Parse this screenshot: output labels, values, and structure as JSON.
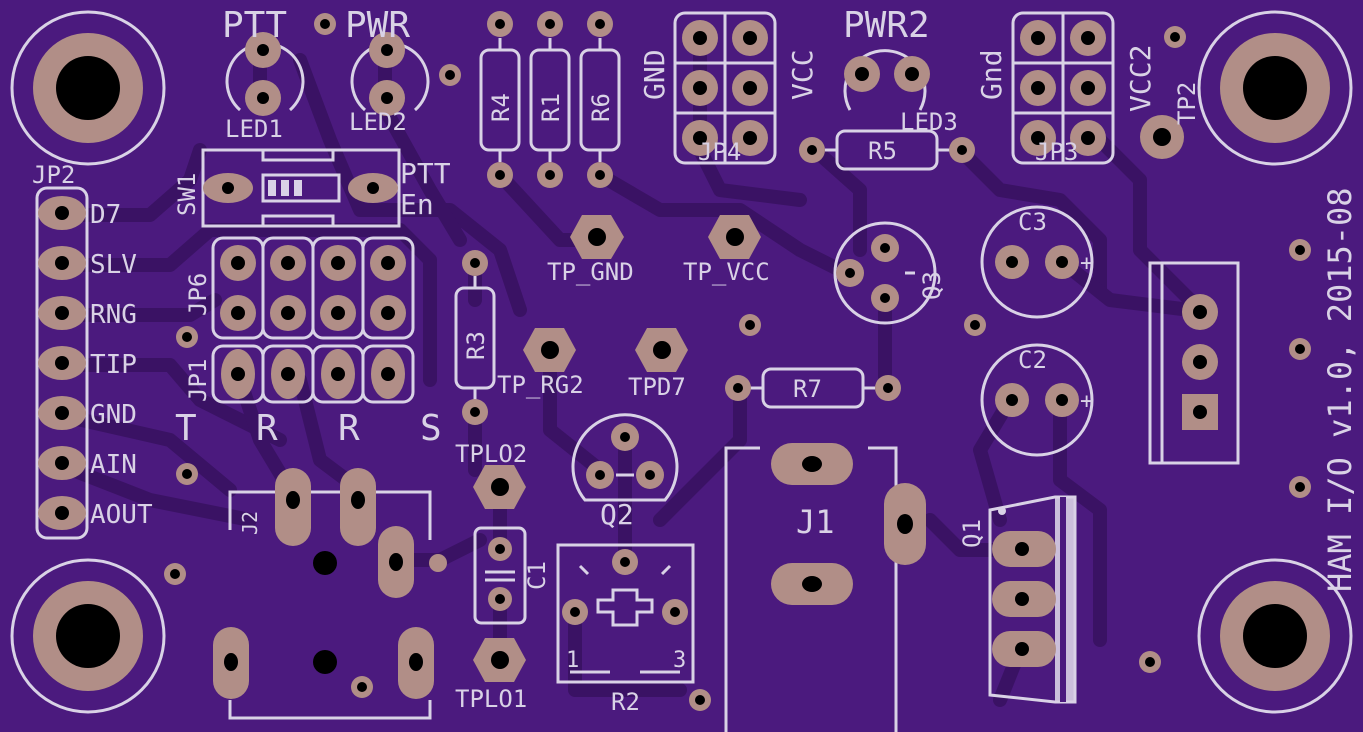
{
  "board": {
    "colors": {
      "substrate": "#4b1a7e",
      "trace": "#3d1466",
      "silk": "#d9d2e6",
      "copper": "#b18e87",
      "drill": "#000000"
    },
    "vertical_label": "HAM I/O v1.0, 2015-08"
  },
  "labels": {
    "ptt_top": "PTT",
    "pwr_top": "PWR",
    "pwr2": "PWR2",
    "led1": "LED1",
    "led2": "LED2",
    "led3": "LED3",
    "r4": "R4",
    "r1": "R1",
    "r6": "R6",
    "r5": "R5",
    "r3": "R3",
    "r7": "R7",
    "r2": "R2",
    "gnd_left": "GND",
    "vcc": "VCC",
    "jp4": "JP4",
    "gnd_right": "Gnd",
    "vcc2": "VCC2",
    "jp3": "JP3",
    "tp2": "TP2",
    "jp2": "JP2",
    "sw1": "SW1",
    "ptt_en_1": "PTT",
    "ptt_en_2": "En",
    "jp6": "JP6",
    "jp1": "JP1",
    "tp_gnd": "TP_GND",
    "tp_vcc": "TP_VCC",
    "tp_rg2": "TP_RG2",
    "tpd7": "TPD7",
    "tplo2": "TPLO2",
    "tplo1": "TPLO1",
    "c1": "C1",
    "c2": "C2",
    "c3": "C3",
    "q1": "Q1",
    "q2": "Q2",
    "q3": "Q3",
    "j1": "J1",
    "j2": "J2",
    "pot_1": "1",
    "pot_3": "3",
    "t": "T",
    "r_a": "R",
    "r_b": "R",
    "s": "S",
    "plus_c3": "+",
    "plus_c2": "+"
  },
  "jp2_pins": [
    "D7",
    "SLV",
    "RNG",
    "TIP",
    "GND",
    "AIN",
    "AOUT"
  ]
}
